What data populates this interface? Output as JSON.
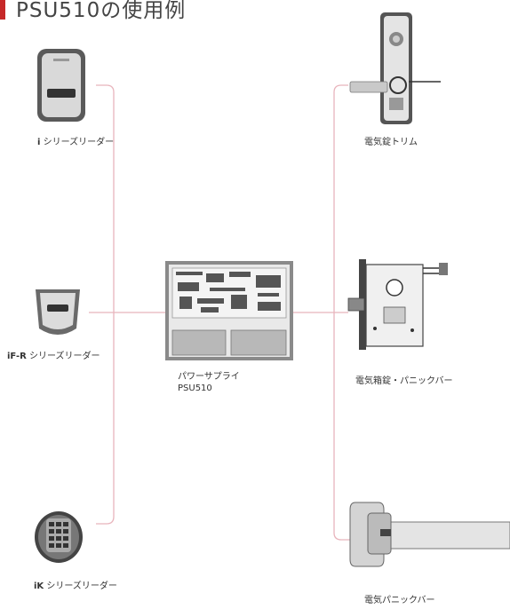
{
  "title": "PSU510の使用例",
  "labels": {
    "reader_i_prefix": "i",
    "reader_i": "シリーズリーダー",
    "reader_ifr_prefix": "iF-R",
    "reader_ifr": "シリーズリーダー",
    "reader_ik_prefix": "iK",
    "reader_ik": "シリーズリーダー",
    "power_supply_line1": "パワーサプライ",
    "power_supply_line2": "PSU510",
    "lock_trim": "電気錠トリム",
    "lock_mortise_panic": "電気箱錠・パニックバー",
    "panic_bar": "電気パニックバー"
  },
  "colors": {
    "connector_line": "#e8b4bc",
    "accent": "#c62828"
  }
}
